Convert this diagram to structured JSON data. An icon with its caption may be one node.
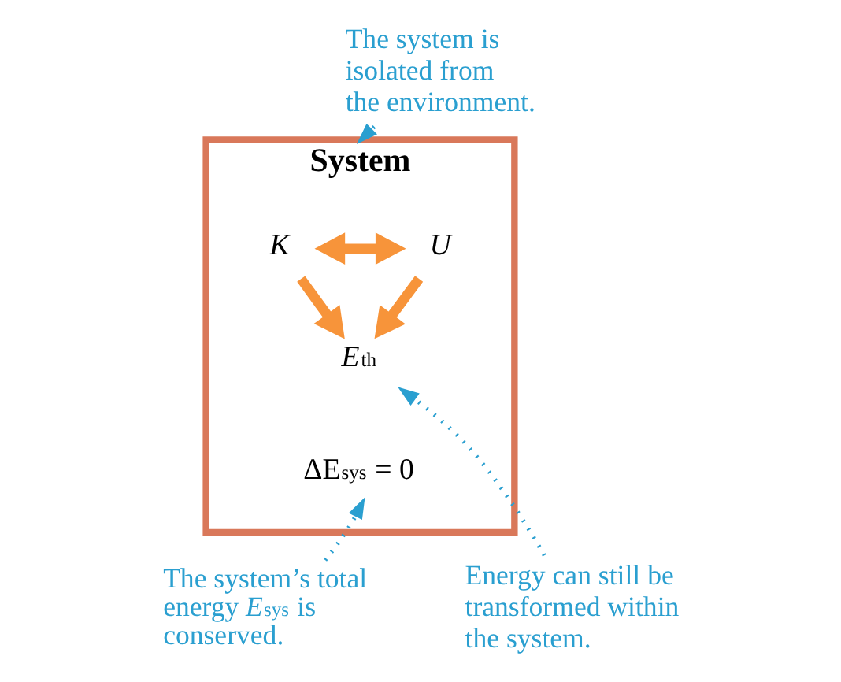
{
  "diagram": {
    "nodes": [
      {
        "text": [
          "System"
        ]
      },
      {
        "text": [
          "K"
        ],
        "in": 0
      },
      {
        "text": [
          "U"
        ],
        "in": 0
      },
      {
        "text": [
          "*E*$_{th}$"
        ],
        "in": 0
      },
      {
        "text": [
          "ΔE$_{sys}$ = 0"
        ],
        "in": 0
      },
      {
        "text": [
          "The system is isolated from the environment."
        ]
      },
      {
        "text": [
          "The system’s total energy *E*$_{sys}$ is conserved."
        ]
      },
      {
        "text": [
          "Energy can still be transformed within the system."
        ]
      }
    ],
    "edges": [
      {
        "from": 1,
        "to": 2,
        "arrow": "both",
        "style": "thick",
        "color": "#f7943a"
      },
      {
        "from": 1,
        "to": 3,
        "arrow": "to",
        "style": "thick",
        "color": "#f7943a"
      },
      {
        "from": 2,
        "to": 3,
        "arrow": "to",
        "style": "thick",
        "color": "#f7943a"
      },
      {
        "from": 5,
        "to": 0,
        "arrow": "to",
        "style": "dashed",
        "color": "#2a9fd0"
      },
      {
        "from": 6,
        "to": 4,
        "arrow": "to",
        "style": "dashed",
        "color": "#2a9fd0"
      },
      {
        "from": 7,
        "to": 3,
        "arrow": "to",
        "style": "dashed",
        "color": "#2a9fd0"
      }
    ]
  }
}
